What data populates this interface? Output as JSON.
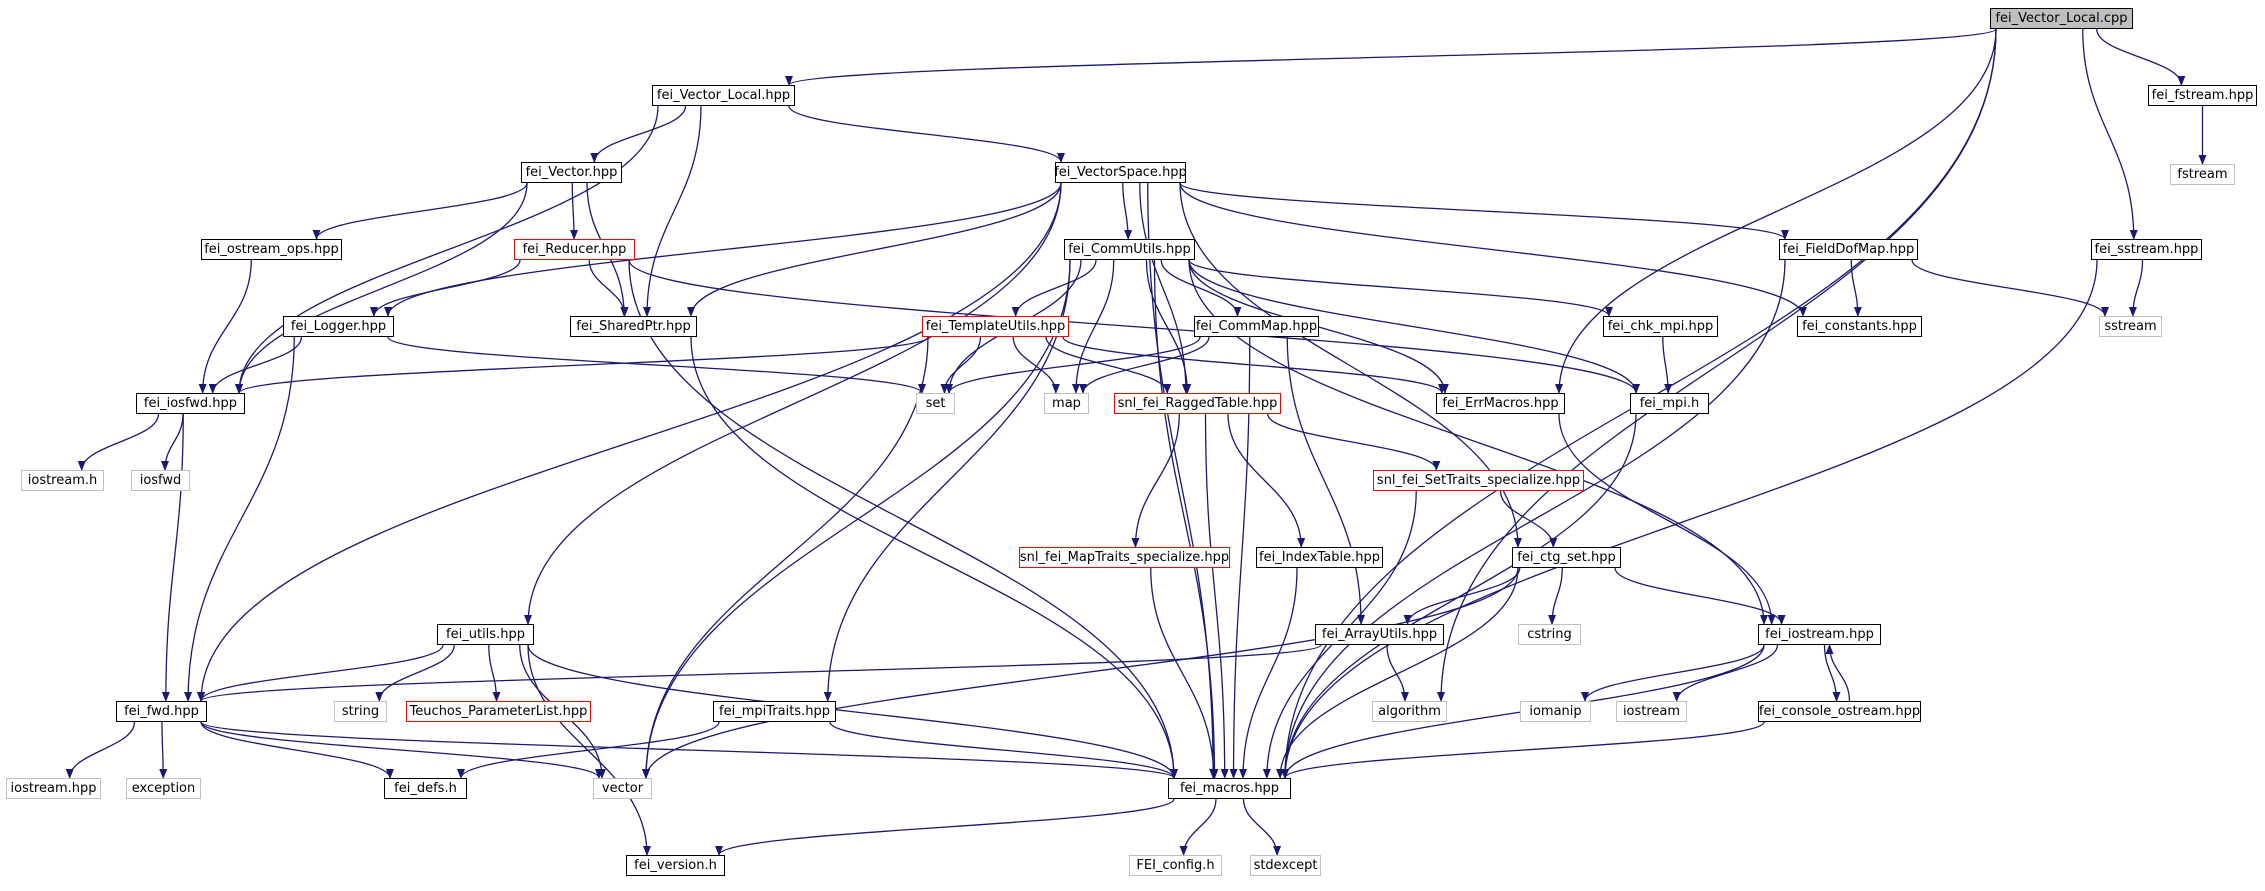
{
  "colors": {
    "edge": "#191970",
    "documented_border": "#000000",
    "system_border": "#bfbfbf",
    "truncated_border": "#ff0000",
    "root_fill": "#bfbfbf"
  },
  "graph": {
    "nodes": [
      {
        "id": "fei_Vector_Local_cpp",
        "label": "fei_Vector_Local.cpp",
        "kind": "root"
      },
      {
        "id": "fei_Vector_Local_hpp",
        "label": "fei_Vector_Local.hpp",
        "kind": "doc"
      },
      {
        "id": "fei_fstream_hpp",
        "label": "fei_fstream.hpp",
        "kind": "doc"
      },
      {
        "id": "fstream",
        "label": "fstream",
        "kind": "sys"
      },
      {
        "id": "fei_Vector_hpp",
        "label": "fei_Vector.hpp",
        "kind": "doc"
      },
      {
        "id": "fei_VectorSpace_hpp",
        "label": "fei_VectorSpace.hpp",
        "kind": "doc"
      },
      {
        "id": "fei_ostream_ops_hpp",
        "label": "fei_ostream_ops.hpp",
        "kind": "doc"
      },
      {
        "id": "fei_Reducer_hpp",
        "label": "fei_Reducer.hpp",
        "kind": "red"
      },
      {
        "id": "fei_CommUtils_hpp",
        "label": "fei_CommUtils.hpp",
        "kind": "doc"
      },
      {
        "id": "fei_FieldDofMap_hpp",
        "label": "fei_FieldDofMap.hpp",
        "kind": "doc"
      },
      {
        "id": "fei_sstream_hpp",
        "label": "fei_sstream.hpp",
        "kind": "doc"
      },
      {
        "id": "fei_Logger_hpp",
        "label": "fei_Logger.hpp",
        "kind": "doc"
      },
      {
        "id": "fei_SharedPtr_hpp",
        "label": "fei_SharedPtr.hpp",
        "kind": "doc"
      },
      {
        "id": "fei_TemplateUtils_hpp",
        "label": "fei_TemplateUtils.hpp",
        "kind": "red"
      },
      {
        "id": "fei_CommMap_hpp",
        "label": "fei_CommMap.hpp",
        "kind": "doc"
      },
      {
        "id": "fei_chk_mpi_hpp",
        "label": "fei_chk_mpi.hpp",
        "kind": "doc"
      },
      {
        "id": "fei_constants_hpp",
        "label": "fei_constants.hpp",
        "kind": "doc"
      },
      {
        "id": "sstream",
        "label": "sstream",
        "kind": "sys"
      },
      {
        "id": "fei_iosfwd_hpp",
        "label": "fei_iosfwd.hpp",
        "kind": "doc"
      },
      {
        "id": "set",
        "label": "set",
        "kind": "sys"
      },
      {
        "id": "map",
        "label": "map",
        "kind": "sys"
      },
      {
        "id": "snl_fei_RaggedTable_hpp",
        "label": "snl_fei_RaggedTable.hpp",
        "kind": "red"
      },
      {
        "id": "fei_ErrMacros_hpp",
        "label": "fei_ErrMacros.hpp",
        "kind": "doc"
      },
      {
        "id": "fei_mpi_h",
        "label": "fei_mpi.h",
        "kind": "doc"
      },
      {
        "id": "iostream_h",
        "label": "iostream.h",
        "kind": "sys"
      },
      {
        "id": "iosfwd",
        "label": "iosfwd",
        "kind": "sys"
      },
      {
        "id": "snl_fei_SetTraits_specialize_hpp",
        "label": "snl_fei_SetTraits_specialize.hpp",
        "kind": "red"
      },
      {
        "id": "snl_fei_MapTraits_specialize_hpp",
        "label": "snl_fei_MapTraits_specialize.hpp",
        "kind": "red"
      },
      {
        "id": "fei_IndexTable_hpp",
        "label": "fei_IndexTable.hpp",
        "kind": "doc"
      },
      {
        "id": "fei_ctg_set_hpp",
        "label": "fei_ctg_set.hpp",
        "kind": "doc"
      },
      {
        "id": "fei_utils_hpp",
        "label": "fei_utils.hpp",
        "kind": "doc"
      },
      {
        "id": "fei_ArrayUtils_hpp",
        "label": "fei_ArrayUtils.hpp",
        "kind": "doc"
      },
      {
        "id": "cstring",
        "label": "cstring",
        "kind": "sys"
      },
      {
        "id": "fei_iostream_hpp",
        "label": "fei_iostream.hpp",
        "kind": "doc"
      },
      {
        "id": "fei_fwd_hpp",
        "label": "fei_fwd.hpp",
        "kind": "doc"
      },
      {
        "id": "string",
        "label": "string",
        "kind": "sys"
      },
      {
        "id": "Teuchos_ParameterList_hpp",
        "label": "Teuchos_ParameterList.hpp",
        "kind": "red"
      },
      {
        "id": "fei_mpiTraits_hpp",
        "label": "fei_mpiTraits.hpp",
        "kind": "doc"
      },
      {
        "id": "algorithm",
        "label": "algorithm",
        "kind": "sys"
      },
      {
        "id": "iomanip",
        "label": "iomanip",
        "kind": "sys"
      },
      {
        "id": "iostream",
        "label": "iostream",
        "kind": "sys"
      },
      {
        "id": "fei_console_ostream_hpp",
        "label": "fei_console_ostream.hpp",
        "kind": "doc"
      },
      {
        "id": "iostream_hpp",
        "label": "iostream.hpp",
        "kind": "sys"
      },
      {
        "id": "exception",
        "label": "exception",
        "kind": "sys"
      },
      {
        "id": "fei_defs_h",
        "label": "fei_defs.h",
        "kind": "doc"
      },
      {
        "id": "vector",
        "label": "vector",
        "kind": "sys"
      },
      {
        "id": "fei_macros_hpp",
        "label": "fei_macros.hpp",
        "kind": "doc"
      },
      {
        "id": "fei_version_h",
        "label": "fei_version.h",
        "kind": "doc"
      },
      {
        "id": "FEI_config_h",
        "label": "FEI_config.h",
        "kind": "sys"
      },
      {
        "id": "stdexcept",
        "label": "stdexcept",
        "kind": "sys"
      }
    ],
    "edges": [
      [
        "fei_Vector_Local_cpp",
        "fei_Vector_Local_hpp"
      ],
      [
        "fei_Vector_Local_cpp",
        "fei_fstream_hpp"
      ],
      [
        "fei_Vector_Local_cpp",
        "fei_sstream_hpp"
      ],
      [
        "fei_Vector_Local_cpp",
        "fei_ErrMacros_hpp"
      ],
      [
        "fei_Vector_Local_cpp",
        "fei_macros_hpp"
      ],
      [
        "fei_Vector_Local_cpp",
        "algorithm"
      ],
      [
        "fei_fstream_hpp",
        "fstream"
      ],
      [
        "fei_sstream_hpp",
        "sstream"
      ],
      [
        "fei_sstream_hpp",
        "fei_macros_hpp"
      ],
      [
        "fei_Vector_Local_hpp",
        "fei_Vector_hpp"
      ],
      [
        "fei_Vector_Local_hpp",
        "fei_VectorSpace_hpp"
      ],
      [
        "fei_Vector_Local_hpp",
        "fei_SharedPtr_hpp"
      ],
      [
        "fei_Vector_Local_hpp",
        "fei_iosfwd_hpp"
      ],
      [
        "fei_Vector_hpp",
        "fei_ostream_ops_hpp"
      ],
      [
        "fei_Vector_hpp",
        "fei_Reducer_hpp"
      ],
      [
        "fei_Vector_hpp",
        "fei_SharedPtr_hpp"
      ],
      [
        "fei_Vector_hpp",
        "fei_iosfwd_hpp"
      ],
      [
        "fei_ostream_ops_hpp",
        "fei_iosfwd_hpp"
      ],
      [
        "fei_Reducer_hpp",
        "fei_Logger_hpp"
      ],
      [
        "fei_Reducer_hpp",
        "fei_SharedPtr_hpp"
      ],
      [
        "fei_Reducer_hpp",
        "fei_mpi_h"
      ],
      [
        "fei_Reducer_hpp",
        "fei_macros_hpp"
      ],
      [
        "fei_VectorSpace_hpp",
        "fei_CommUtils_hpp"
      ],
      [
        "fei_VectorSpace_hpp",
        "fei_FieldDofMap_hpp"
      ],
      [
        "fei_VectorSpace_hpp",
        "fei_constants_hpp"
      ],
      [
        "fei_VectorSpace_hpp",
        "fei_Logger_hpp"
      ],
      [
        "fei_VectorSpace_hpp",
        "fei_SharedPtr_hpp"
      ],
      [
        "fei_VectorSpace_hpp",
        "fei_utils_hpp"
      ],
      [
        "fei_VectorSpace_hpp",
        "fei_fwd_hpp"
      ],
      [
        "fei_VectorSpace_hpp",
        "snl_fei_RaggedTable_hpp"
      ],
      [
        "fei_VectorSpace_hpp",
        "fei_ctg_set_hpp"
      ],
      [
        "fei_VectorSpace_hpp",
        "fei_macros_hpp"
      ],
      [
        "fei_CommUtils_hpp",
        "fei_TemplateUtils_hpp"
      ],
      [
        "fei_CommUtils_hpp",
        "fei_CommMap_hpp"
      ],
      [
        "fei_CommUtils_hpp",
        "fei_chk_mpi_hpp"
      ],
      [
        "fei_CommUtils_hpp",
        "fei_mpi_h"
      ],
      [
        "fei_CommUtils_hpp",
        "fei_ErrMacros_hpp"
      ],
      [
        "fei_CommUtils_hpp",
        "snl_fei_RaggedTable_hpp"
      ],
      [
        "fei_CommUtils_hpp",
        "set"
      ],
      [
        "fei_CommUtils_hpp",
        "map"
      ],
      [
        "fei_CommUtils_hpp",
        "vector"
      ],
      [
        "fei_CommUtils_hpp",
        "fei_mpiTraits_hpp"
      ],
      [
        "fei_CommUtils_hpp",
        "fei_macros_hpp"
      ],
      [
        "fei_CommUtils_hpp",
        "fei_iostream_hpp"
      ],
      [
        "fei_FieldDofMap_hpp",
        "fei_constants_hpp"
      ],
      [
        "fei_FieldDofMap_hpp",
        "sstream"
      ],
      [
        "fei_FieldDofMap_hpp",
        "fei_macros_hpp"
      ],
      [
        "fei_Logger_hpp",
        "fei_iosfwd_hpp"
      ],
      [
        "fei_Logger_hpp",
        "set"
      ],
      [
        "fei_Logger_hpp",
        "fei_fwd_hpp"
      ],
      [
        "fei_SharedPtr_hpp",
        "fei_macros_hpp"
      ],
      [
        "fei_TemplateUtils_hpp",
        "fei_iosfwd_hpp"
      ],
      [
        "fei_TemplateUtils_hpp",
        "set"
      ],
      [
        "fei_TemplateUtils_hpp",
        "map"
      ],
      [
        "fei_TemplateUtils_hpp",
        "snl_fei_RaggedTable_hpp"
      ],
      [
        "fei_TemplateUtils_hpp",
        "fei_ErrMacros_hpp"
      ],
      [
        "fei_TemplateUtils_hpp",
        "vector"
      ],
      [
        "fei_CommMap_hpp",
        "set"
      ],
      [
        "fei_CommMap_hpp",
        "map"
      ],
      [
        "fei_CommMap_hpp",
        "fei_ArrayUtils_hpp"
      ],
      [
        "fei_CommMap_hpp",
        "fei_macros_hpp"
      ],
      [
        "fei_chk_mpi_hpp",
        "fei_mpi_h"
      ],
      [
        "fei_mpi_h",
        "fei_macros_hpp"
      ],
      [
        "fei_ErrMacros_hpp",
        "fei_iostream_hpp"
      ],
      [
        "fei_iosfwd_hpp",
        "iostream_h"
      ],
      [
        "fei_iosfwd_hpp",
        "iosfwd"
      ],
      [
        "fei_iosfwd_hpp",
        "fei_fwd_hpp"
      ],
      [
        "snl_fei_RaggedTable_hpp",
        "snl_fei_SetTraits_specialize_hpp"
      ],
      [
        "snl_fei_RaggedTable_hpp",
        "snl_fei_MapTraits_specialize_hpp"
      ],
      [
        "snl_fei_RaggedTable_hpp",
        "fei_IndexTable_hpp"
      ],
      [
        "snl_fei_RaggedTable_hpp",
        "fei_macros_hpp"
      ],
      [
        "snl_fei_SetTraits_specialize_hpp",
        "fei_ctg_set_hpp"
      ],
      [
        "snl_fei_SetTraits_specialize_hpp",
        "fei_macros_hpp"
      ],
      [
        "snl_fei_MapTraits_specialize_hpp",
        "fei_macros_hpp"
      ],
      [
        "fei_IndexTable_hpp",
        "fei_macros_hpp"
      ],
      [
        "fei_ctg_set_hpp",
        "fei_ArrayUtils_hpp"
      ],
      [
        "fei_ctg_set_hpp",
        "cstring"
      ],
      [
        "fei_ctg_set_hpp",
        "fei_iostream_hpp"
      ],
      [
        "fei_ctg_set_hpp",
        "vector"
      ],
      [
        "fei_ctg_set_hpp",
        "fei_macros_hpp"
      ],
      [
        "fei_ArrayUtils_hpp",
        "algorithm"
      ],
      [
        "fei_ArrayUtils_hpp",
        "fei_fwd_hpp"
      ],
      [
        "fei_iostream_hpp",
        "iomanip"
      ],
      [
        "fei_iostream_hpp",
        "iostream"
      ],
      [
        "fei_iostream_hpp",
        "fei_console_ostream_hpp"
      ],
      [
        "fei_iostream_hpp",
        "fei_macros_hpp"
      ],
      [
        "fei_console_ostream_hpp",
        "fei_iostream_hpp"
      ],
      [
        "fei_console_ostream_hpp",
        "fei_macros_hpp"
      ],
      [
        "fei_utils_hpp",
        "fei_fwd_hpp"
      ],
      [
        "fei_utils_hpp",
        "string"
      ],
      [
        "fei_utils_hpp",
        "Teuchos_ParameterList_hpp"
      ],
      [
        "fei_utils_hpp",
        "vector"
      ],
      [
        "fei_utils_hpp",
        "fei_macros_hpp"
      ],
      [
        "fei_utils_hpp",
        "fei_version_h"
      ],
      [
        "fei_fwd_hpp",
        "iostream_hpp"
      ],
      [
        "fei_fwd_hpp",
        "exception"
      ],
      [
        "fei_fwd_hpp",
        "fei_defs_h"
      ],
      [
        "fei_fwd_hpp",
        "vector"
      ],
      [
        "fei_fwd_hpp",
        "fei_macros_hpp"
      ],
      [
        "fei_mpiTraits_hpp",
        "fei_defs_h"
      ],
      [
        "fei_mpiTraits_hpp",
        "fei_macros_hpp"
      ],
      [
        "fei_macros_hpp",
        "FEI_config_h"
      ],
      [
        "fei_macros_hpp",
        "stdexcept"
      ],
      [
        "fei_macros_hpp",
        "fei_version_h"
      ]
    ]
  }
}
